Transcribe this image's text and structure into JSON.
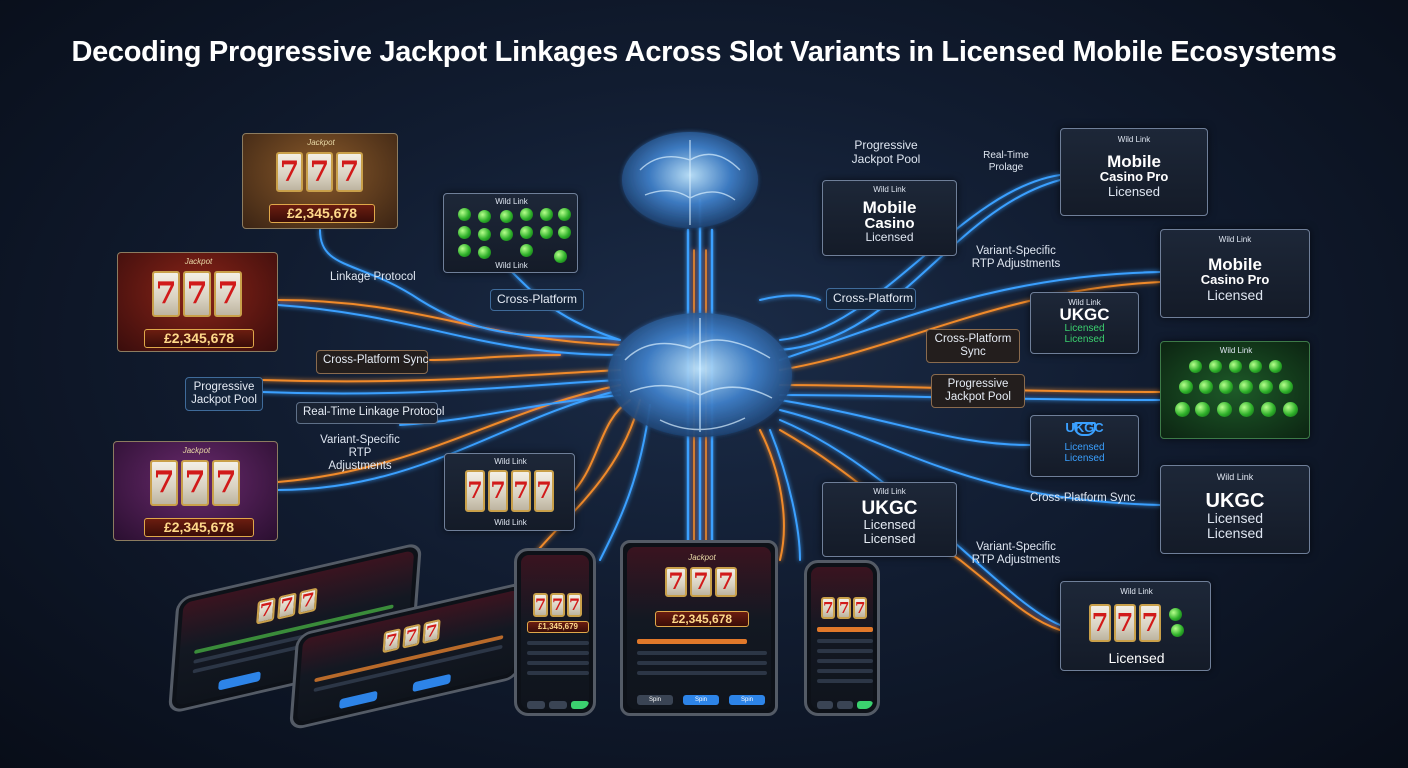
{
  "title": "Decoding Progressive Jackpot Linkages Across Slot Variants in Licensed Mobile Ecosystems",
  "left": {
    "slot1": {
      "tag": "Jackpot",
      "symbol": "7",
      "amount": "£2,345,678"
    },
    "slot2": {
      "tag": "Jackpot",
      "symbol": "7",
      "amount": "£2,345,678"
    },
    "slot3": {
      "tag": "Jackpot",
      "symbol": "7",
      "amount": "£2,345,678"
    },
    "linkage_protocol": "Linkage Protocol",
    "cross_platform_sync": "Cross-Platform Sync",
    "progressive_jackpot_pool": "Progressive\nJackpot Pool",
    "real_time_linkage": "Real-Time Linkage Protocol",
    "variant_rtp": "Variant-Specific\nRTP Adjustments"
  },
  "center": {
    "wild_gems_top": "Wild Link",
    "wild_gems_bottom": "Wild Link",
    "cross_platform_left": "Cross-Platform",
    "wild_reels_top": "Wild Link",
    "wild_reels_bottom": "Wild Link",
    "cross_platform_right": "Cross-Platform",
    "pool_label": "Progressive\nJackpot Pool",
    "mobile_casino_tag": "Wild Link",
    "mobile_casino_l1": "Mobile",
    "mobile_casino_l2": "Casino",
    "mobile_casino_l3": "Licensed",
    "ukgc_tag": "Wild Link",
    "ukgc_l1": "UKGC",
    "ukgc_l2": "Licensed",
    "ukgc_l3": "Licensed",
    "variant_rtp_bottom": "Variant-Specific\nRTP Adjustments"
  },
  "right": {
    "realtime_label": "Real-Time\nProlage",
    "mcp1": {
      "tag": "Wild Link",
      "l1": "Mobile",
      "l2": "Casino Pro",
      "l3": "Licensed"
    },
    "variant_rtp": "Variant-Specific\nRTP Adjustments",
    "mcp2": {
      "tag": "Wild Link",
      "l1": "Mobile",
      "l2": "Casino Pro",
      "l3": "Licensed"
    },
    "cross_platform_sync": "Cross-Platform\nSync",
    "ukgc1": {
      "tag": "Wild Link",
      "l1": "UKGC",
      "l2": "Licensed",
      "l3": "Licensed"
    },
    "gems_tag": "Wild Link",
    "progressive_pool": "Progressive\nJackpot Pool",
    "ukgc2": {
      "l1": "UKGC",
      "l2": "Licensed",
      "l3": "Licensed"
    },
    "cross_platform_sync2": "Cross-Platform Sync",
    "ukgc3": {
      "tag": "Wild Link",
      "l1": "UKGC",
      "l2": "Licensed",
      "l3": "Licensed"
    },
    "slot_tag": "Wild Link",
    "slot_symbol": "7",
    "slot_label": "Licensed"
  },
  "devices": {
    "tablet_tag": "Jackpot",
    "tablet_amount": "£2,345,678",
    "phone_amount": "£1,345,679",
    "spin": "Spin"
  },
  "colors": {
    "orange": "#f08a2a",
    "blue": "#3aa0ff",
    "accent_green": "#3bd16f"
  }
}
